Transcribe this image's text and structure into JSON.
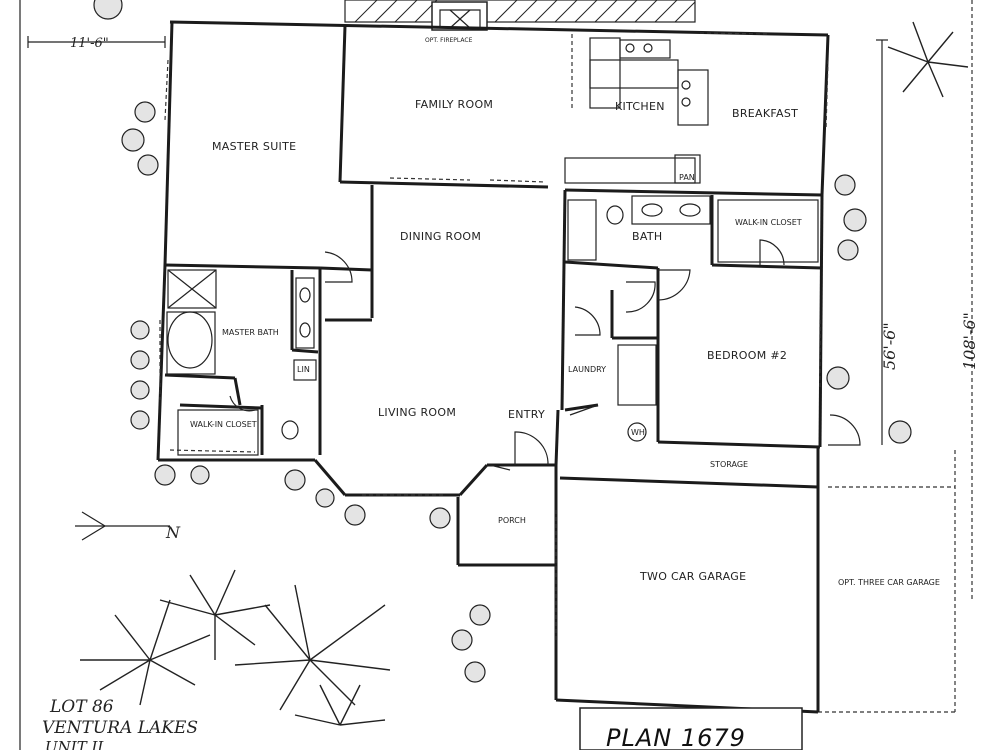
{
  "rooms": {
    "family_room": "FAMILY ROOM",
    "kitchen": "KITCHEN",
    "breakfast": "BREAKFAST",
    "master_suite": "MASTER SUITE",
    "dining_room": "DINING ROOM",
    "bath": "BATH",
    "walk_in_closet_upper": "WALK-IN CLOSET",
    "master_bath": "MASTER BATH",
    "laundry": "LAUNDRY",
    "bedroom_2": "BEDROOM #2",
    "walk_in_closet_lower": "WALK-IN CLOSET",
    "living_room": "LIVING ROOM",
    "entry": "ENTRY",
    "storage": "STORAGE",
    "porch": "PORCH",
    "two_car_garage": "TWO CAR GARAGE",
    "opt_three_car_garage": "OPT. THREE CAR GARAGE"
  },
  "fixtures": {
    "fireplace": "OPT. FIREPLACE",
    "pantry": "PAN",
    "linen": "LIN",
    "water_heater": "WH"
  },
  "dimensions": {
    "setback": "11'-6\"",
    "depth": "56'-6\"",
    "lot_depth": "108'-6\""
  },
  "north_label": "N",
  "notes": {
    "lot_line1": "LOT 86",
    "lot_line2": "VENTURA LAKES",
    "lot_line3": "UNIT II"
  },
  "plan_title": "PLAN 1679"
}
